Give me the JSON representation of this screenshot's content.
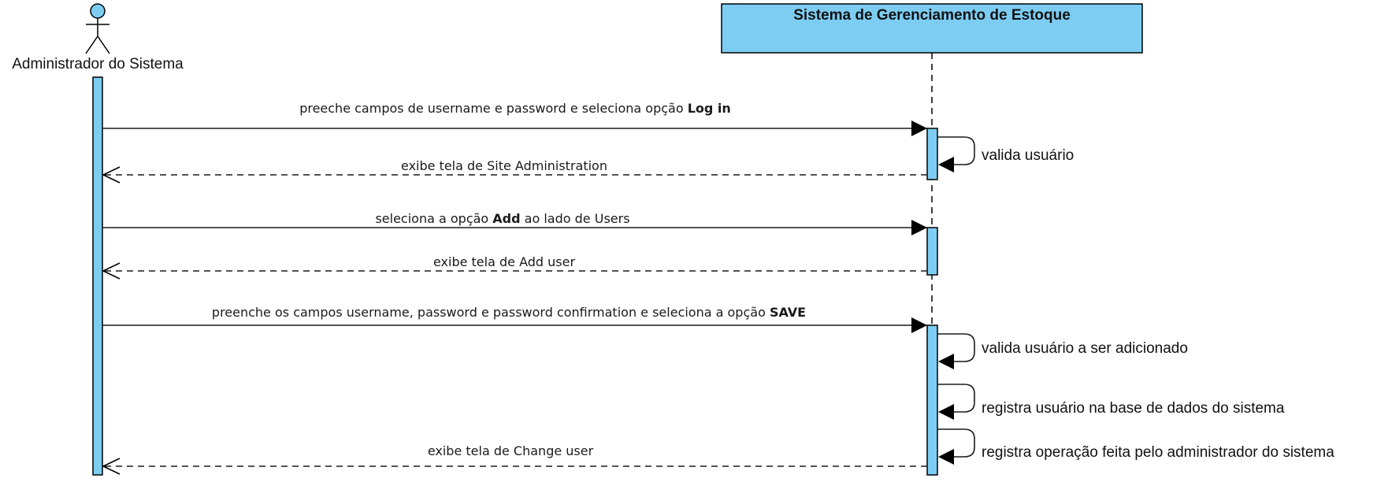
{
  "actor": {
    "label": "Administrador do Sistema"
  },
  "system": {
    "title": "Sistema de Gerenciamento de Estoque"
  },
  "messages": [
    {
      "pre": "preeche campos de username e password e seleciona opção ",
      "bold": "Log in",
      "post": ""
    },
    {
      "text": "exibe tela de Site Administration"
    },
    {
      "pre": "seleciona a opção ",
      "bold": "Add",
      "post": " ao lado de Users"
    },
    {
      "text": "exibe tela de Add user"
    },
    {
      "pre": "preenche os campos username, password e password confirmation e seleciona a opção ",
      "bold": "SAVE",
      "post": ""
    },
    {
      "text": "exibe tela de Change user"
    }
  ],
  "self_calls": [
    {
      "text": "valida usuário"
    },
    {
      "text": "valida usuário a ser adicionado"
    },
    {
      "text": "registra usuário na base de dados do sistema"
    },
    {
      "text": "registra operação feita pelo administrador do sistema"
    }
  ],
  "colors": {
    "fill": "#7dcdf3",
    "stroke": "#000000",
    "line": "#1a1a1a"
  }
}
